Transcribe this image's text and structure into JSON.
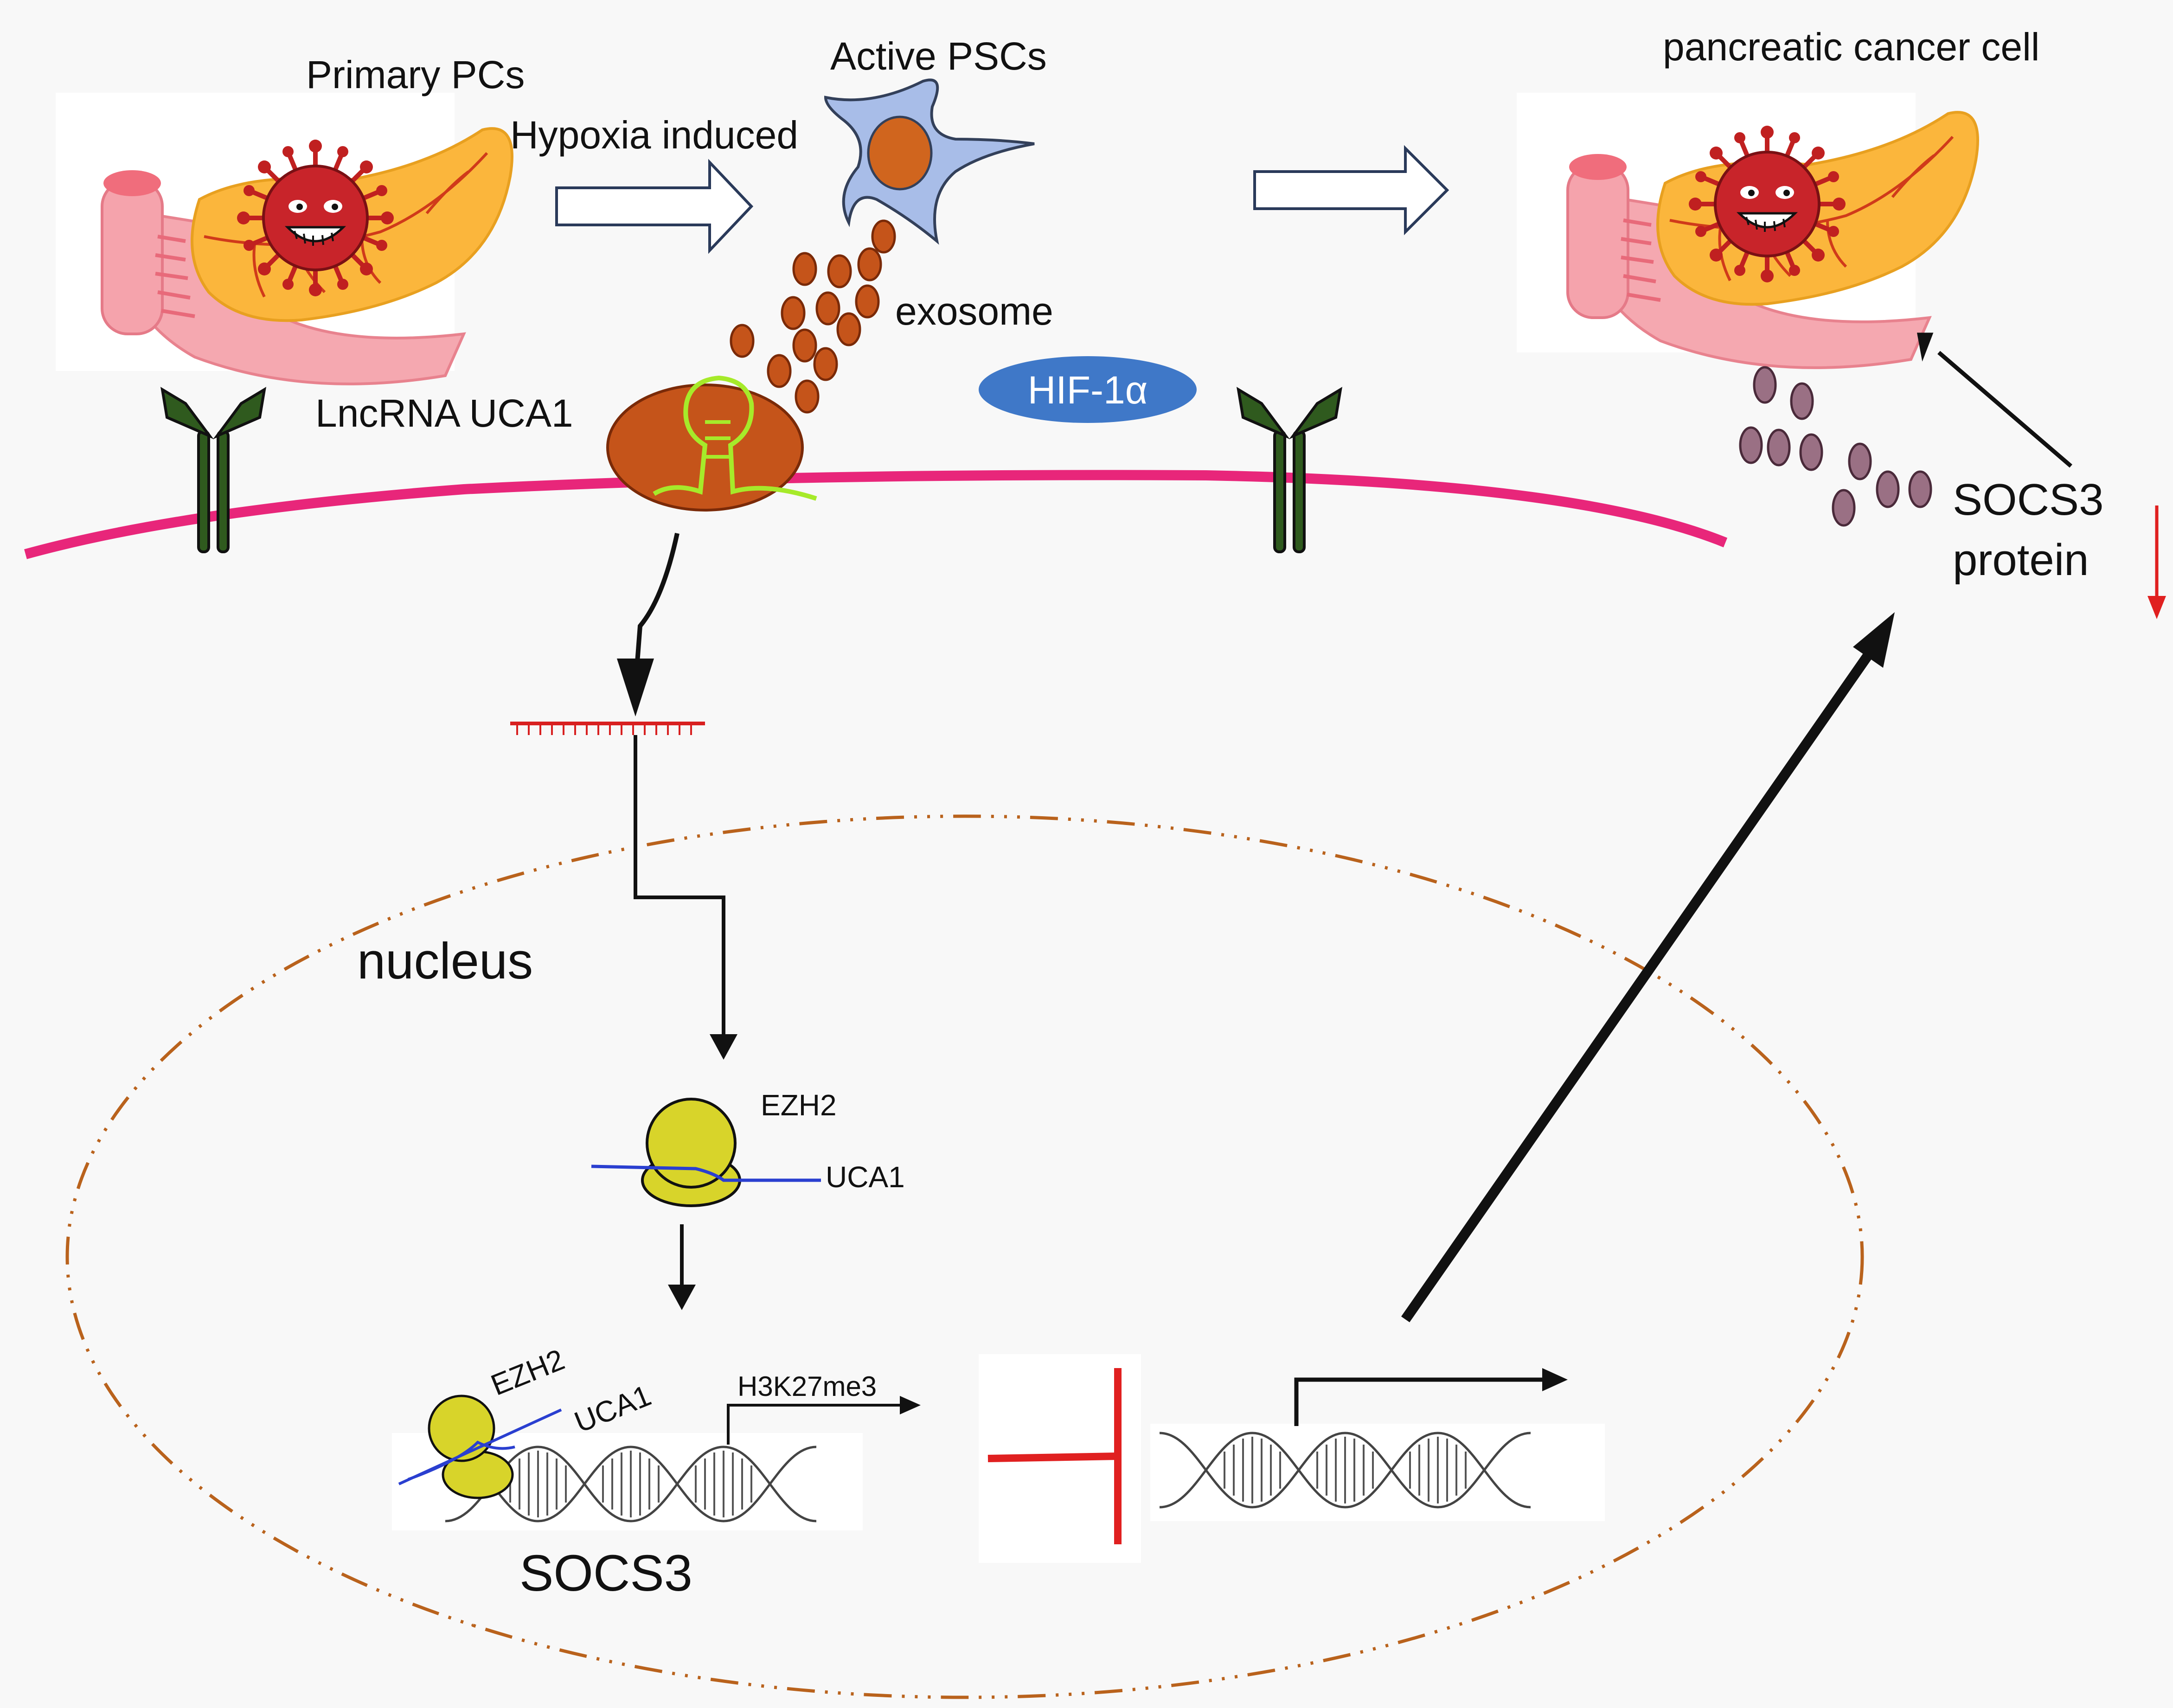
{
  "labels": {
    "primary_pcs": "Primary PCs",
    "hypoxia": "Hypoxia induced",
    "active_pscs": "Active PSCs",
    "pancreatic_cancer_cell": "pancreatic cancer cell",
    "exosome": "exosome",
    "lncrna": "LncRNA UCA1",
    "hif": "HIF-1α",
    "socs3_protein_line1": "SOCS3",
    "socs3_protein_line2": "protein",
    "nucleus": "nucleus",
    "ezh2_top": "EZH2",
    "uca1_top": "UCA1",
    "ezh2_bottom": "EZH2",
    "uca1_bottom": "UCA1",
    "h3k27me3": "H3K27me3",
    "socs3_gene": "SOCS3"
  },
  "colors": {
    "membrane": "#e8267a",
    "receptor": "#2f5a1e",
    "exosome": "#c5541a",
    "vesicle": "#9a7084",
    "hif_fill": "#3f78c8",
    "ezh2": "#d8d42a",
    "uca1_strand": "#2a3fd0",
    "inhibit": "#e02020",
    "down_arrow": "#e02020",
    "nucleus_border": "#b9621c",
    "psc_cell": "#a8bde8",
    "psc_nucleus": "#d0651e",
    "lncrna_hairpin": "#a6ea2a",
    "rna_fragment": "#d82020"
  },
  "icons": [
    "pancreas-tumor-illustration",
    "stellate-cell-icon",
    "receptor-icon",
    "dna-helix-icon"
  ]
}
